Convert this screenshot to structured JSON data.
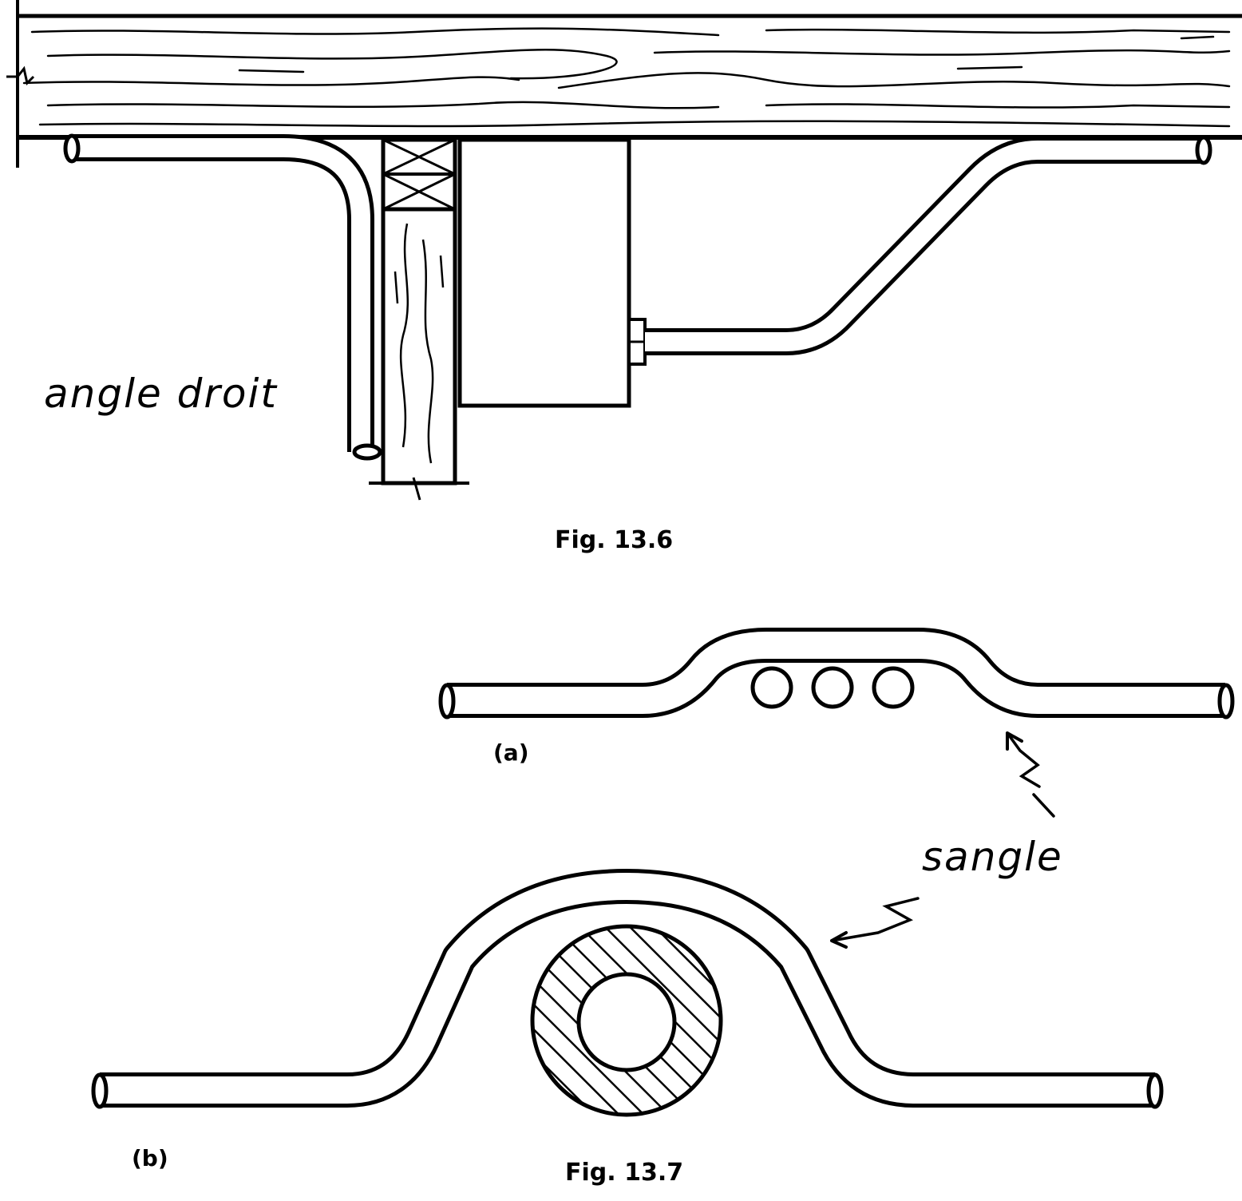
{
  "fig1": {
    "caption": "Fig.  13.6",
    "label_right_angle": "angle droit"
  },
  "fig2": {
    "caption": "Fig.  13.7",
    "label_a": "(a)",
    "label_b": "(b)",
    "label_strap": "sangle"
  }
}
